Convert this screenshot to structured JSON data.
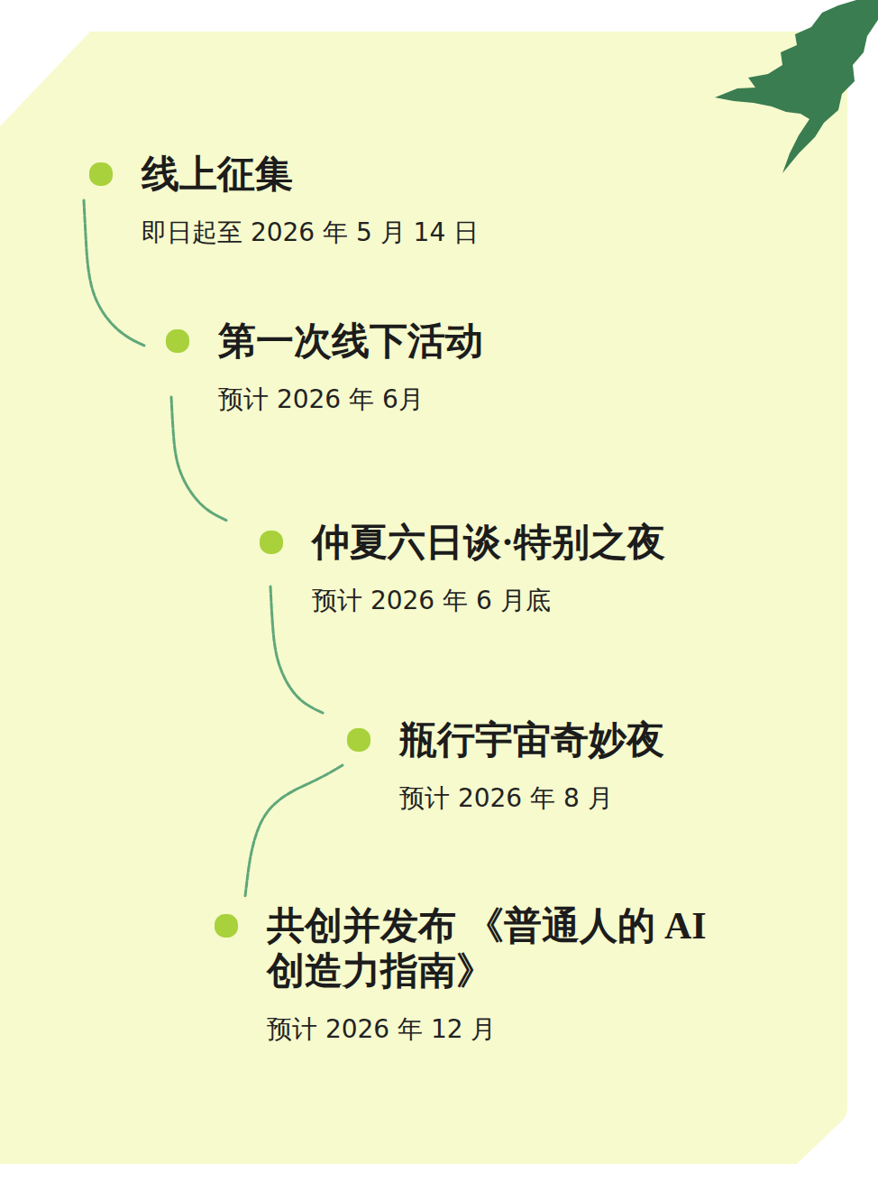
{
  "diagram": {
    "nodes": [
      {
        "text": [
          "线上征集",
          "即日起至 2026 年 5 月 14 日"
        ]
      },
      {
        "text": [
          "第一次线下活动",
          "预计 2026 年 6月"
        ]
      },
      {
        "text": [
          "仲夏六日谈·特别之夜",
          "预计 2026 年 6 月底"
        ]
      },
      {
        "text": [
          "瓶行宇宙奇妙夜",
          "预计 2026 年 8 月"
        ]
      },
      {
        "text": [
          "共创并发布 《普通人的 AI 创造力指南》",
          "预计 2026 年 12 月"
        ]
      }
    ],
    "edges": [
      {
        "from": 0,
        "to": 1,
        "arrow": "none"
      },
      {
        "from": 1,
        "to": 2,
        "arrow": "none"
      },
      {
        "from": 2,
        "to": 3,
        "arrow": "none"
      },
      {
        "from": 3,
        "to": 4,
        "arrow": "none"
      }
    ]
  }
}
